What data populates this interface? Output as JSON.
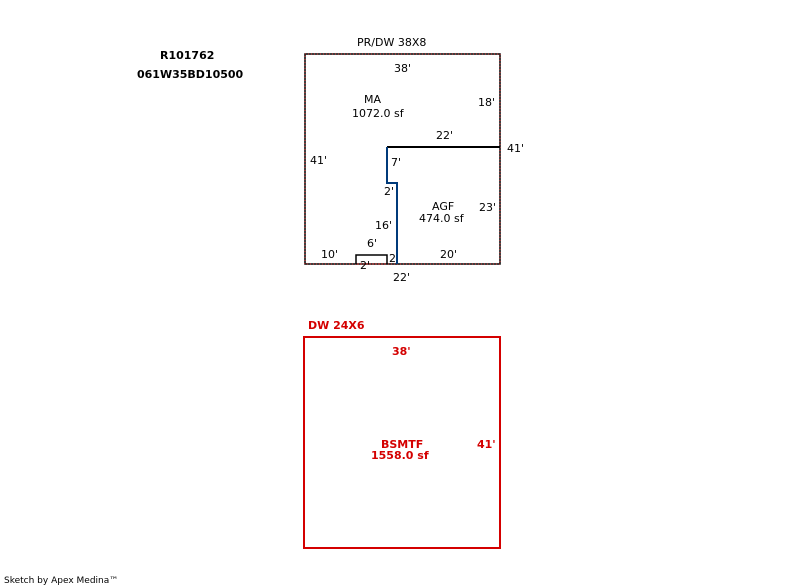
{
  "header": {
    "parcel_id": "R101762",
    "map_number": "061W35BD10500"
  },
  "colors": {
    "outline": "#000000",
    "dotted_edge": "#aa0000",
    "partition": "#003a7a",
    "basement": "#d40000"
  },
  "upper_sketch": {
    "title": "PR/DW 38X8",
    "areas": {
      "ma": {
        "label": "MA",
        "size": "1072.0 sf"
      },
      "agf": {
        "label": "AGF",
        "size": "474.0 sf"
      }
    },
    "dims": {
      "top": "38'",
      "right_upper": "18'",
      "inner_top": "22'",
      "right_label": "41'",
      "left": "41'",
      "step_top": "7'",
      "step_side": "2'",
      "agf_right": "23'",
      "partition_lower": "16'",
      "notch_top": "6'",
      "left_bottom": "10'",
      "notch_bottom": "2'",
      "notch_side": "2",
      "agf_bottom": "20'",
      "bottom": "22'"
    }
  },
  "lower_sketch": {
    "title": "DW 24X6",
    "top": "38'",
    "right": "41'",
    "area": {
      "label": "BSMTF",
      "size": "1558.0 sf"
    }
  },
  "footer": {
    "credit": "Sketch by Apex Medina™"
  }
}
